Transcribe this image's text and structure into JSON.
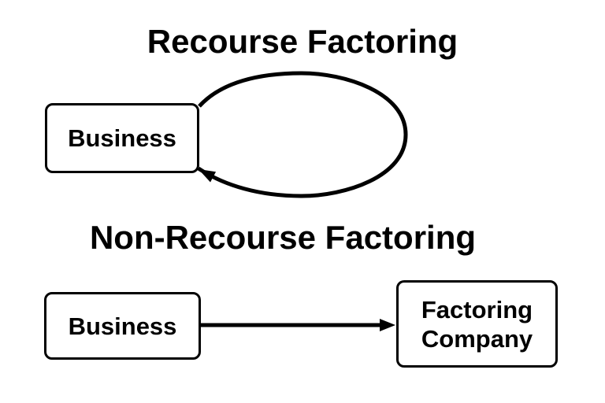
{
  "colors": {
    "background": "#ffffff",
    "ink": "#000000"
  },
  "recourse_section": {
    "title": "Recourse Factoring",
    "business_box_label": "Business",
    "connector": "self-loop-arrow-returning-to-business"
  },
  "non_recourse_section": {
    "title": "Non-Recourse Factoring",
    "business_box_label": "Business",
    "factoring_company_box_label": "Factoring Company",
    "connector": "arrow-from-business-to-factoring-company"
  }
}
